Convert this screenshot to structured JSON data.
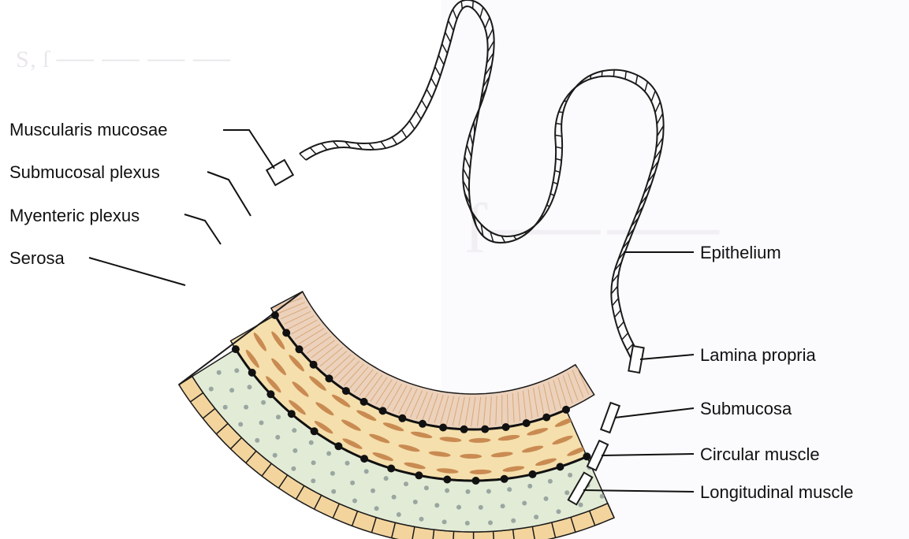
{
  "labels": {
    "muscularis_mucosae": "Muscularis mucosae",
    "submucosal_plexus": "Submucosal plexus",
    "myenteric_plexus": "Myenteric plexus",
    "serosa": "Serosa",
    "epithelium": "Epithelium",
    "lamina_propria": "Lamina propria",
    "submucosa": "Submucosa",
    "circular_muscle": "Circular muscle",
    "longitudinal_muscle": "Longitudinal muscle"
  },
  "colors": {
    "background": "#ffffff",
    "lumen_tint": "#f6f1f8",
    "submucosa_fill": "#ecd2bc",
    "muscle_fill": "#f5dfac",
    "longitudinal_fill": "#e2ebd6",
    "serosa_fill": "#f3d49d",
    "fiber_color": "#c98b52",
    "dot_color": "#9aa6a0",
    "line_color": "#1a1a1a"
  }
}
